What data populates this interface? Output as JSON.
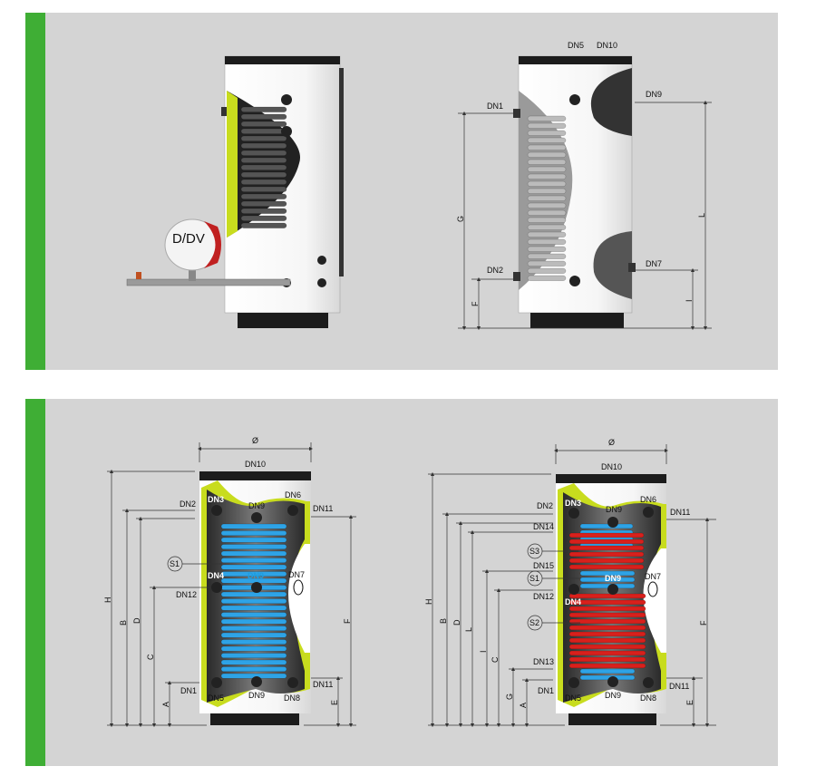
{
  "colors": {
    "panel": "#d4d4d4",
    "accent_green": "#3fae35",
    "lime": "#c8dc1e",
    "coil_blue": "#2ea3e6",
    "coil_red": "#d8201c",
    "tank_dark": "#1c1c1c"
  },
  "top_left": {
    "vessel_label": "D/DV"
  },
  "top_right": {
    "dn5": "DN5",
    "dn10": "DN10",
    "dn9": "DN9",
    "dn1": "DN1",
    "dn2": "DN2",
    "dn7": "DN7",
    "dim_g": "G",
    "dim_f": "F",
    "dim_l": "L",
    "dim_i": "I"
  },
  "bottom_left": {
    "diameter": "Ø",
    "dn10": "DN10",
    "dn2": "DN2",
    "dn3": "DN3",
    "dn9_top": "DN9",
    "dn6": "DN6",
    "dn11_top": "DN11",
    "s1": "S1",
    "dn4": "DN4",
    "dn9_mid": "DN9",
    "dn7": "DN7",
    "dn12": "DN12",
    "dn1": "DN1",
    "dn5": "DN5",
    "dn9_bot": "DN9",
    "dn8": "DN8",
    "dn11_bot": "DN11",
    "dim_h": "H",
    "dim_b": "B",
    "dim_d": "D",
    "dim_c": "C",
    "dim_a": "A",
    "dim_f": "F",
    "dim_e": "E"
  },
  "bottom_right": {
    "diameter": "Ø",
    "dn10": "DN10",
    "dn2": "DN2",
    "dn3": "DN3",
    "dn9_top": "DN9",
    "dn6": "DN6",
    "dn11_top": "DN11",
    "dn14": "DN14",
    "s3": "S3",
    "dn15": "DN15",
    "s1": "S1",
    "dn9_mid": "DN9",
    "dn7": "DN7",
    "dn12": "DN12",
    "dn4": "DN4",
    "s2": "S2",
    "dn13": "DN13",
    "dn1": "DN1",
    "dn5": "DN5",
    "dn9_bot": "DN9",
    "dn8": "DN8",
    "dn11_bot": "DN11",
    "dim_h": "H",
    "dim_b": "B",
    "dim_d": "D",
    "dim_l": "L",
    "dim_i": "I",
    "dim_c": "C",
    "dim_g": "G",
    "dim_a": "A",
    "dim_f": "F",
    "dim_e": "E"
  }
}
